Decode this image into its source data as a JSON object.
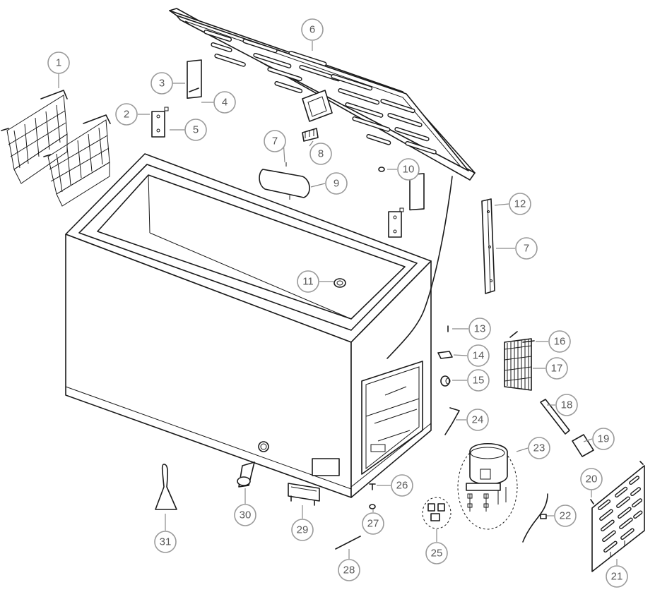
{
  "diagram": {
    "callouts": [
      {
        "id": "c1",
        "label": "1"
      },
      {
        "id": "c2",
        "label": "2"
      },
      {
        "id": "c3",
        "label": "3"
      },
      {
        "id": "c4",
        "label": "4"
      },
      {
        "id": "c5",
        "label": "5"
      },
      {
        "id": "c6",
        "label": "6"
      },
      {
        "id": "c7a",
        "label": "7"
      },
      {
        "id": "c8",
        "label": "8"
      },
      {
        "id": "c9",
        "label": "9"
      },
      {
        "id": "c10",
        "label": "10"
      },
      {
        "id": "c11",
        "label": "11"
      },
      {
        "id": "c12",
        "label": "12"
      },
      {
        "id": "c7b",
        "label": "7"
      },
      {
        "id": "c13",
        "label": "13"
      },
      {
        "id": "c14",
        "label": "14"
      },
      {
        "id": "c15",
        "label": "15"
      },
      {
        "id": "c16",
        "label": "16"
      },
      {
        "id": "c17",
        "label": "17"
      },
      {
        "id": "c18",
        "label": "18"
      },
      {
        "id": "c19",
        "label": "19"
      },
      {
        "id": "c20",
        "label": "20"
      },
      {
        "id": "c21",
        "label": "21"
      },
      {
        "id": "c22",
        "label": "22"
      },
      {
        "id": "c23",
        "label": "23"
      },
      {
        "id": "c24",
        "label": "24"
      },
      {
        "id": "c25",
        "label": "25"
      },
      {
        "id": "c26",
        "label": "26"
      },
      {
        "id": "c27",
        "label": "27"
      },
      {
        "id": "c28",
        "label": "28"
      },
      {
        "id": "c29",
        "label": "29"
      },
      {
        "id": "c30",
        "label": "30"
      },
      {
        "id": "c31",
        "label": "31"
      }
    ]
  }
}
